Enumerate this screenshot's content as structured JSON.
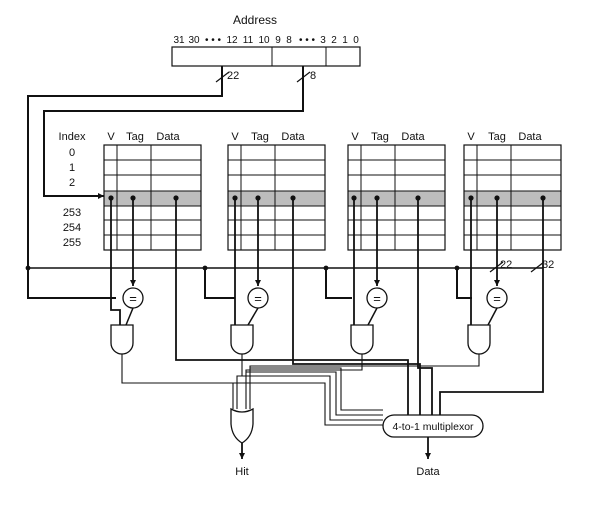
{
  "title": "Address",
  "address_bits": [
    "31",
    "30",
    "• • •",
    "12",
    "11",
    "10",
    "9",
    "8",
    "• • •",
    "3",
    "2",
    "1",
    "0"
  ],
  "tag_width": "22",
  "index_width": "8",
  "index_header": "Index",
  "index_rows": [
    "0",
    "1",
    "2",
    "253",
    "254",
    "255"
  ],
  "column_headers": {
    "valid": "V",
    "tag": "Tag",
    "data": "Data"
  },
  "bus_widths": {
    "tag": "22",
    "data": "32"
  },
  "comparator_symbol": "=",
  "mux_label": "4-to-1 multiplexor",
  "outputs": {
    "hit": "Hit",
    "data": "Data"
  },
  "colors": {
    "ink": "#111111",
    "selected_row": "#bdbdbd",
    "paper": "#ffffff"
  }
}
